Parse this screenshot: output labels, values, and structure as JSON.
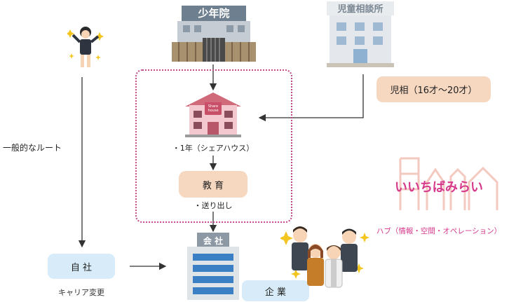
{
  "buildings": {
    "juvenile_school": "少年院",
    "child_guidance": "児童相談所",
    "share_house_sign": "Share\nhouse",
    "company": "会 社"
  },
  "labels": {
    "general_route": "一般的なルート",
    "child_guidance_age": "児相（16才〜20才）",
    "share_house_year": "・1年（シェアハウス）",
    "education": "教 育",
    "send_off": "・送り出し",
    "own_company": "自 社",
    "career_change": "キャリア変更",
    "enterprise": "企 業"
  },
  "brand": {
    "name": "いいちばみらい",
    "hub": "ハブ（情報・空間・オペレーション）"
  },
  "colors": {
    "peach": "#f6d7c0",
    "light_blue": "#d7ecf8",
    "brand_pink": "#d6398c",
    "dotted_border": "#c14a8a",
    "arrow": "#333333"
  }
}
